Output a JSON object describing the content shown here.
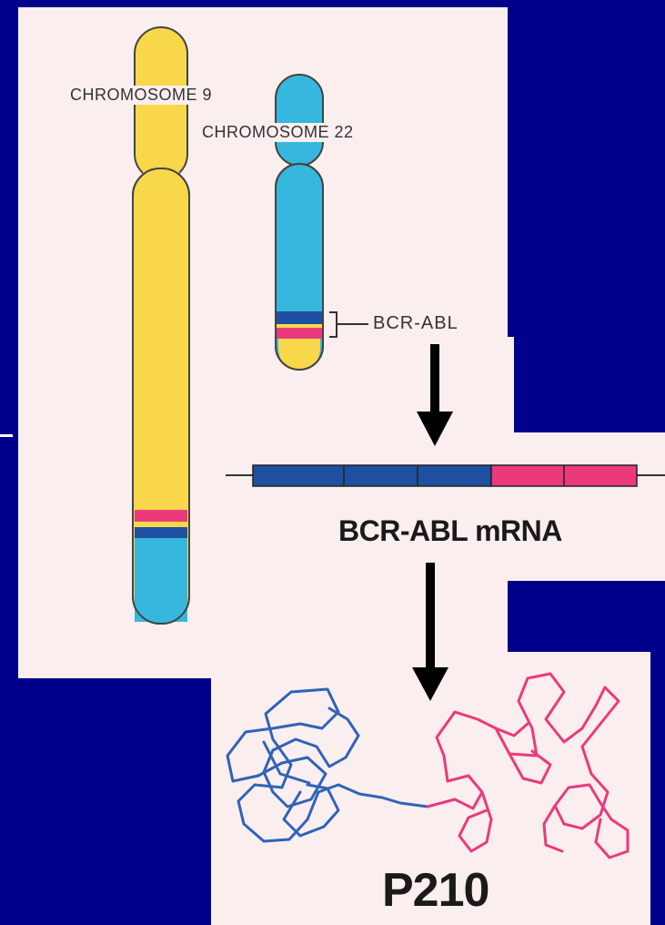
{
  "labels": {
    "chromosome9": "CHROMOSOME  9",
    "chromosome22": "CHROMOSOME  22",
    "bcr_abl": "BCR-ABL",
    "mrna": "BCR-ABL mRNA",
    "protein": "P210"
  },
  "colors": {
    "background": "#00008b",
    "panel": "#fbeeee",
    "chromosome9": "#f8d84a",
    "chromosome22": "#36b7dd",
    "bcr_blue": "#1f4fa0",
    "abl_pink": "#ea3a7c",
    "arrow": "#000000"
  }
}
